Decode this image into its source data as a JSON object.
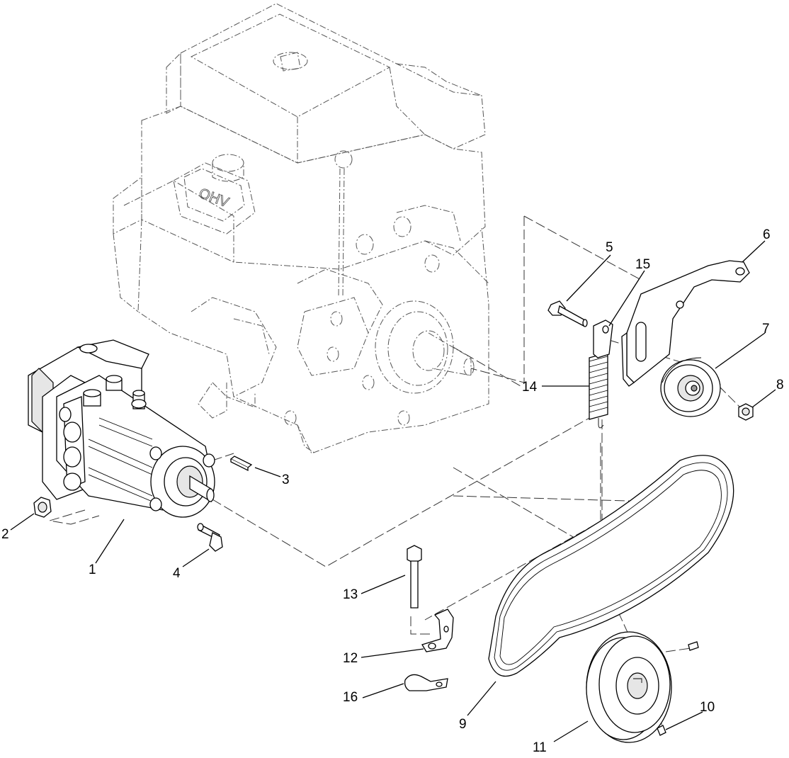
{
  "callouts": [
    {
      "id": "c1",
      "text": "1"
    },
    {
      "id": "c2",
      "text": "2"
    },
    {
      "id": "c3",
      "text": "3"
    },
    {
      "id": "c4",
      "text": "4"
    },
    {
      "id": "c5",
      "text": "5"
    },
    {
      "id": "c6",
      "text": "6"
    },
    {
      "id": "c7",
      "text": "7"
    },
    {
      "id": "c8",
      "text": "8"
    },
    {
      "id": "c9",
      "text": "9"
    },
    {
      "id": "c10",
      "text": "10"
    },
    {
      "id": "c11",
      "text": "11"
    },
    {
      "id": "c12",
      "text": "12"
    },
    {
      "id": "c13",
      "text": "13"
    },
    {
      "id": "c14",
      "text": "14"
    },
    {
      "id": "c15",
      "text": "15"
    },
    {
      "id": "c16",
      "text": "16"
    }
  ],
  "engine": {
    "valve_cover_marking": "OHV"
  }
}
